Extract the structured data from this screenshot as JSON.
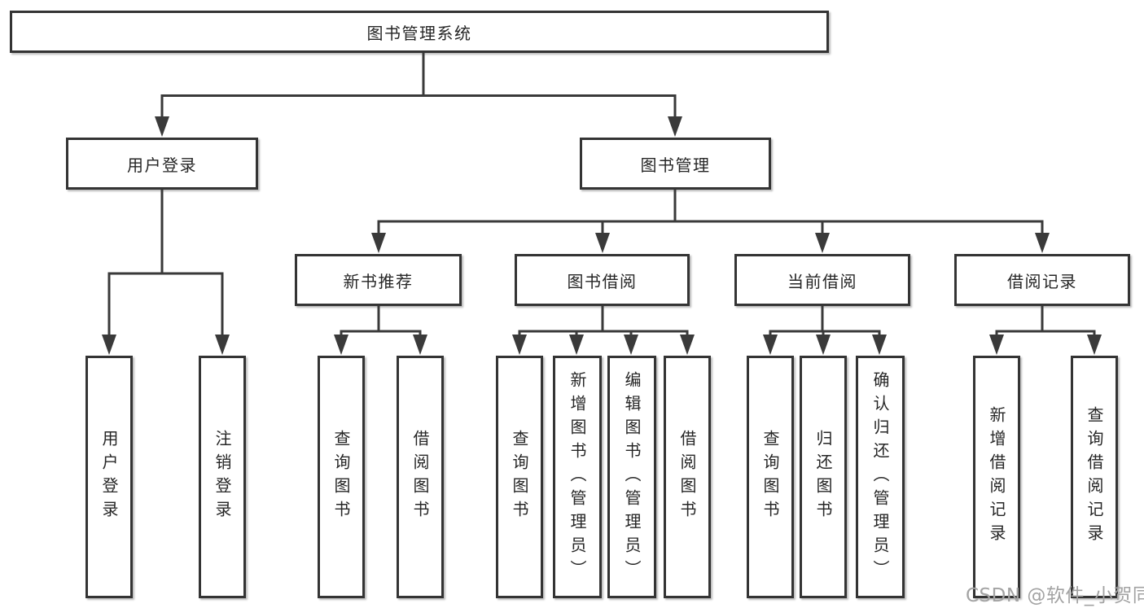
{
  "colors": {
    "bg": "#ffffff",
    "line": "#3a3a3a",
    "border": "#343434",
    "text": "#262626",
    "watermark": "#a3a3a3"
  },
  "nodes": {
    "root": "图书管理系统",
    "login": "用户登录",
    "mgmt": "图书管理",
    "recommend": "新书推荐",
    "borrow": "图书借阅",
    "current": "当前借阅",
    "records": "借阅记录"
  },
  "leaves": {
    "login_user": "用户登录",
    "login_logout": "注销登录",
    "rec_query": "查询图书",
    "rec_borrow": "借阅图书",
    "bor_query": "查询图书",
    "bor_add": "新增图书（管理员）",
    "bor_edit": "编辑图书（管理员）",
    "bor_borrow": "借阅图书",
    "cur_query": "查询图书",
    "cur_return": "归还图书",
    "cur_confirm": "确认归还（管理员）",
    "his_add": "新增借阅记录",
    "his_query": "查询借阅记录"
  },
  "watermark": {
    "text": "CSDN @软件_小贺同学"
  }
}
